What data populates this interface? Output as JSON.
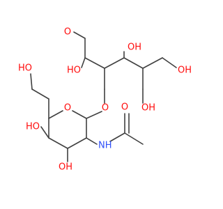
{
  "diagram": {
    "type": "skeletal-structure",
    "colors": {
      "bond": "#404040",
      "oxygen": "#ff0d0d",
      "nitrogen": "#3050f8",
      "background": "#ffffff"
    },
    "atom_labels": [
      {
        "id": "o-aldehyde",
        "text": "O",
        "element": "O"
      },
      {
        "id": "oh-c2",
        "text": "HO",
        "element": "O"
      },
      {
        "id": "oh-c4",
        "text": "OH",
        "element": "O"
      },
      {
        "id": "oh-c6",
        "text": "OH",
        "element": "O"
      },
      {
        "id": "oh-c5",
        "text": "OH",
        "element": "O"
      },
      {
        "id": "o-glycosidic",
        "text": "O",
        "element": "O"
      },
      {
        "id": "o-ring",
        "text": "O",
        "element": "O"
      },
      {
        "id": "oh-c6prime",
        "text": "HO",
        "element": "O"
      },
      {
        "id": "oh-c4prime",
        "text": "HO",
        "element": "O"
      },
      {
        "id": "oh-c3prime",
        "text": "OH",
        "element": "O"
      },
      {
        "id": "nh-amide",
        "text": "NH",
        "element": "N"
      },
      {
        "id": "o-carbonyl",
        "text": "O",
        "element": "O"
      }
    ]
  }
}
